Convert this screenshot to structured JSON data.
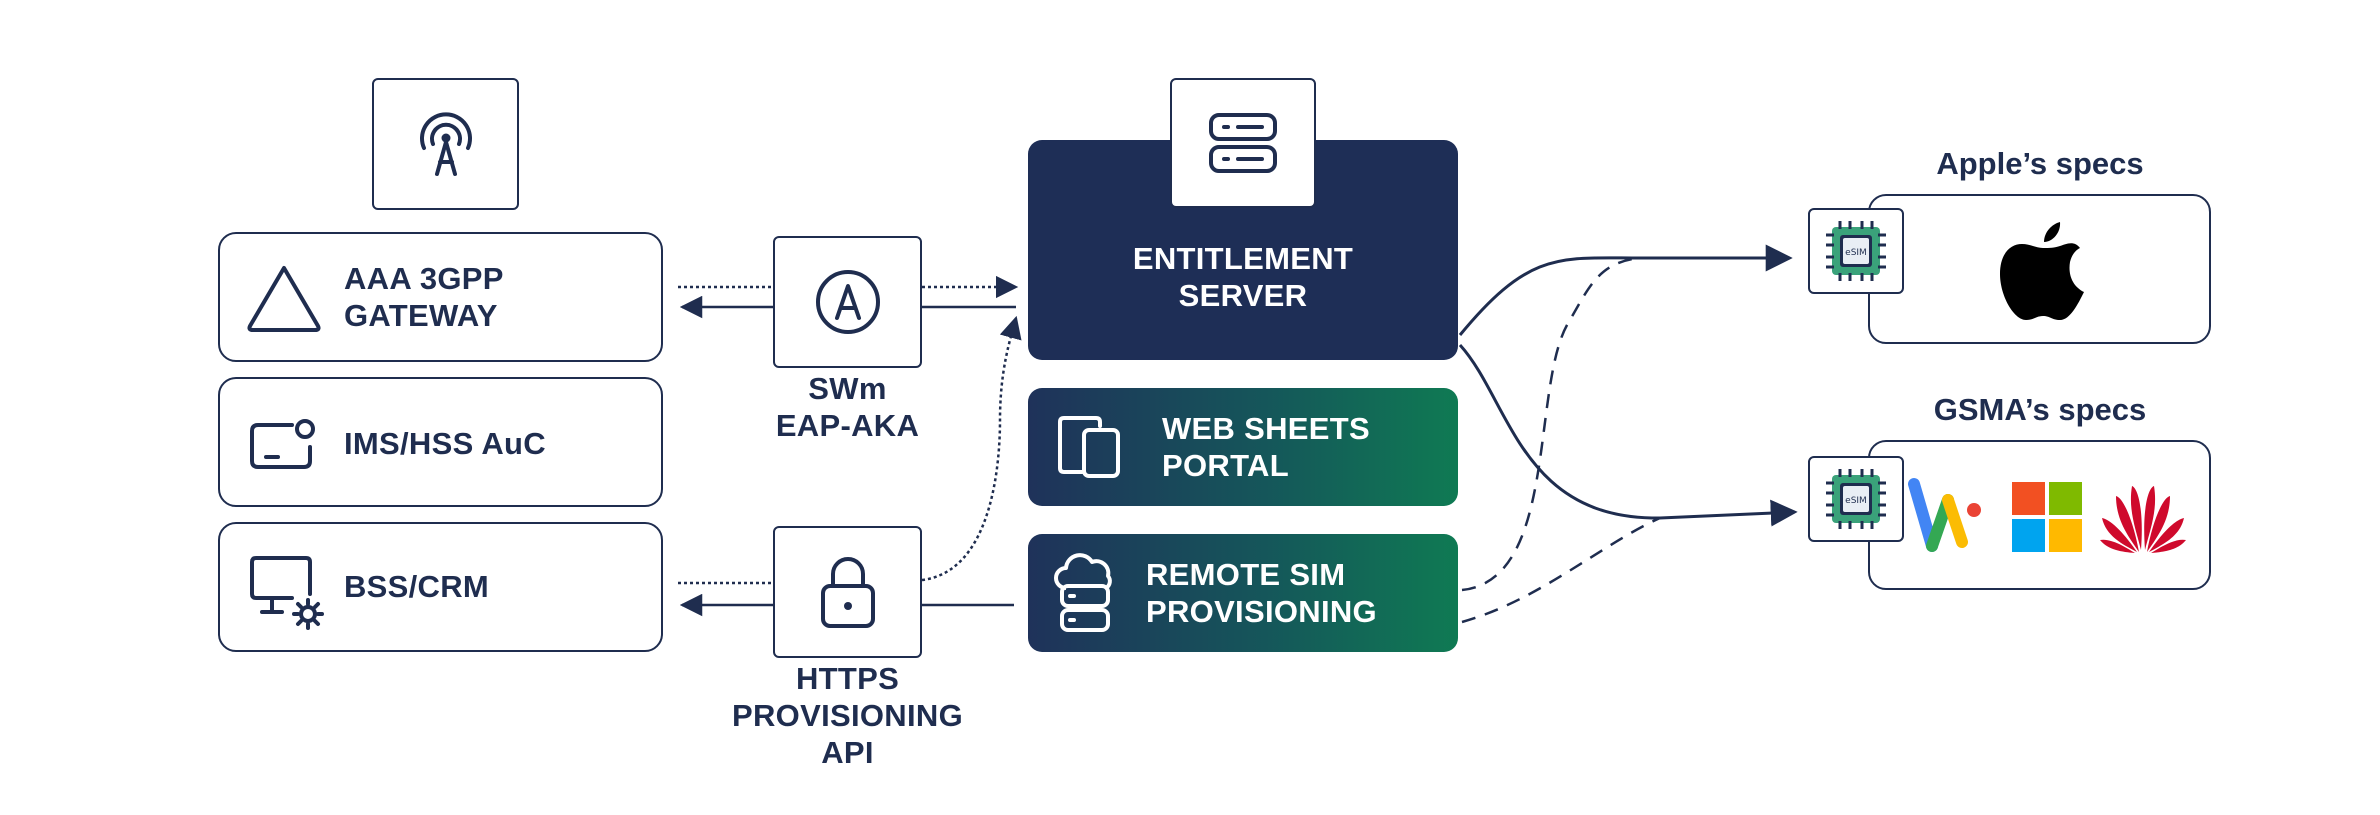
{
  "left": {
    "aaa_gateway": "AAA 3GPP\nGATEWAY",
    "ims_hss": "IMS/HSS AuC",
    "bss_crm": "BSS/CRM"
  },
  "middle": {
    "swm_label": "SWm\nEAP-AKA",
    "https_label": "HTTPS\nPROVISIONING\nAPI"
  },
  "center": {
    "entitlement_server": "ENTITLEMENT\nSERVER",
    "web_sheets": "WEB SHEETS\nPORTAL",
    "remote_sim": "REMOTE SIM\nPROVISIONING"
  },
  "right": {
    "apple_title": "Apple’s specs",
    "gsma_title": "GSMA’s specs",
    "esim_text": "eSIM"
  },
  "icons": {
    "antenna": "antenna-icon",
    "triangle": "triangle-icon",
    "sim-card": "sim-card-icon",
    "monitor-gear": "monitor-gear-icon",
    "letter-a": "letter-a-circle-icon",
    "lock": "lock-icon",
    "server": "server-icon",
    "devices": "devices-icon",
    "cloud-server": "cloud-server-icon",
    "apple-logo": "apple-logo-icon",
    "google-wallet": "google-wallet-logo-icon",
    "microsoft": "microsoft-logo-icon",
    "huawei": "huawei-logo-icon"
  },
  "colors": {
    "navy": "#1f2d4f",
    "server_panel": "#1e2e56",
    "gradient_start": "#1f325a",
    "gradient_end": "#0f7a53",
    "chip_green": "#3aa27a"
  }
}
